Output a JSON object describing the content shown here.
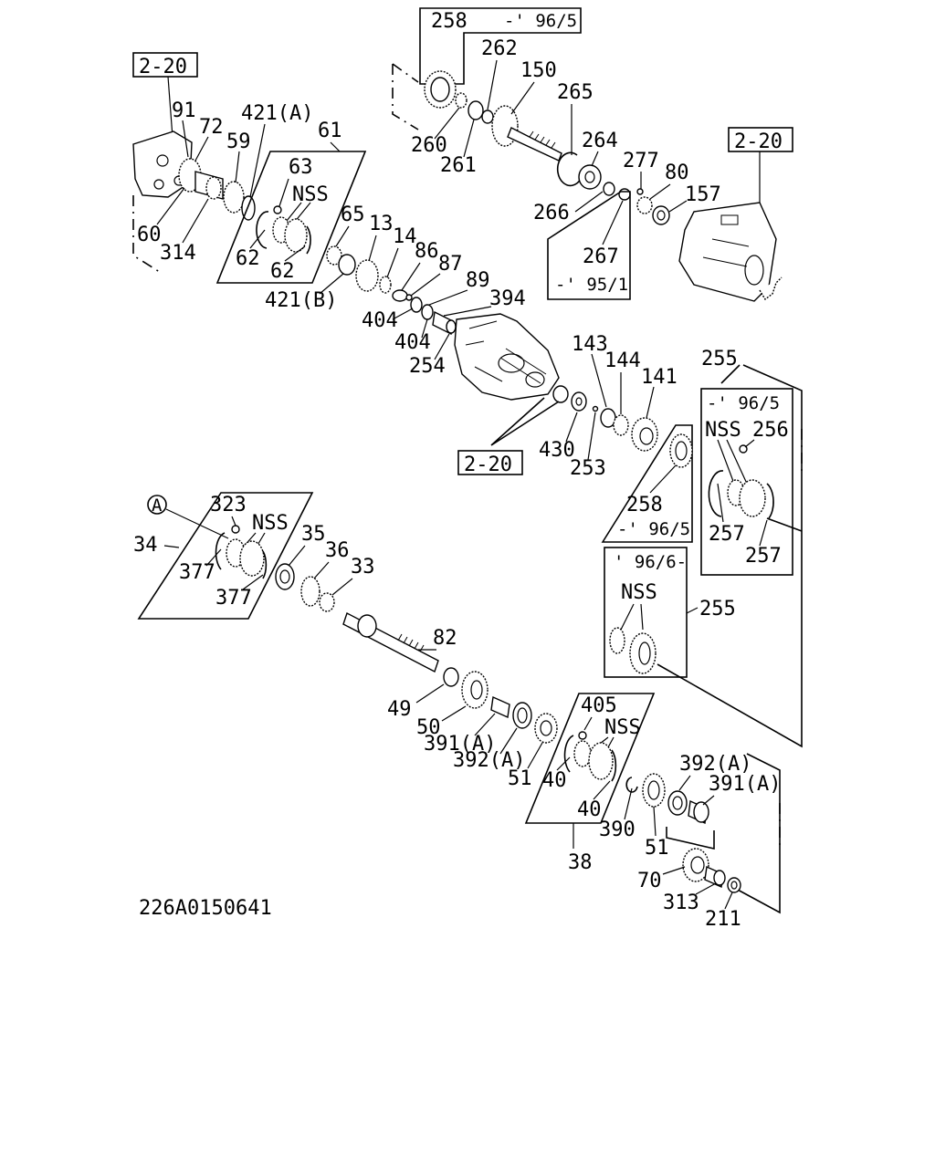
{
  "drawing_code": "226A0150641",
  "boxes": {
    "ref_2_20_left": "2-20",
    "ref_2_20_right": "2-20",
    "ref_2_20_bottom": "2-20"
  },
  "notes": {
    "top_range": "-' 96/5",
    "range_95_1": "-' 95/1",
    "range_96_5_right": "-' 96/5",
    "range_96_5_mid": "-' 96/5",
    "range_96_6": "' 96/6-",
    "nss_1": "NSS",
    "nss_2": "NSS",
    "nss_3": "NSS",
    "nss_4": "NSS",
    "nss_5": "NSS",
    "circle_a": "A"
  },
  "labels": {
    "n258_top": "258",
    "n262": "262",
    "n150": "150",
    "n265": "265",
    "n260": "260",
    "n261": "261",
    "n264": "264",
    "n277": "277",
    "n80": "80",
    "n157": "157",
    "n266": "266",
    "n267": "267",
    "n91": "91",
    "n72": "72",
    "n421a": "421(A)",
    "n61": "61",
    "n59": "59",
    "n63": "63",
    "n60": "60",
    "n314": "314",
    "n62a": "62",
    "n62b": "62",
    "n65": "65",
    "n13": "13",
    "n14": "14",
    "n86": "86",
    "n87": "87",
    "n421b": "421(B)",
    "n89": "89",
    "n394": "394",
    "n404a": "404",
    "n404b": "404",
    "n254": "254",
    "n143": "143",
    "n144": "144",
    "n141": "141",
    "n255_top": "255",
    "n256": "256",
    "n430": "430",
    "n253": "253",
    "n258_mid": "258",
    "n257a": "257",
    "n257b": "257",
    "n255_mid": "255",
    "n323": "323",
    "n34": "34",
    "n35": "35",
    "n36": "36",
    "n33": "33",
    "n377a": "377",
    "n377b": "377",
    "n82": "82",
    "n405": "405",
    "n49": "49",
    "n50": "50",
    "n391a_left": "391(A)",
    "n392a_left": "392(A)",
    "n51_left": "51",
    "n40a": "40",
    "n40b": "40",
    "n392a_right": "392(A)",
    "n391a_right": "391(A)",
    "n390": "390",
    "n38": "38",
    "n51_right": "51",
    "n70": "70",
    "n313": "313",
    "n211": "211"
  }
}
